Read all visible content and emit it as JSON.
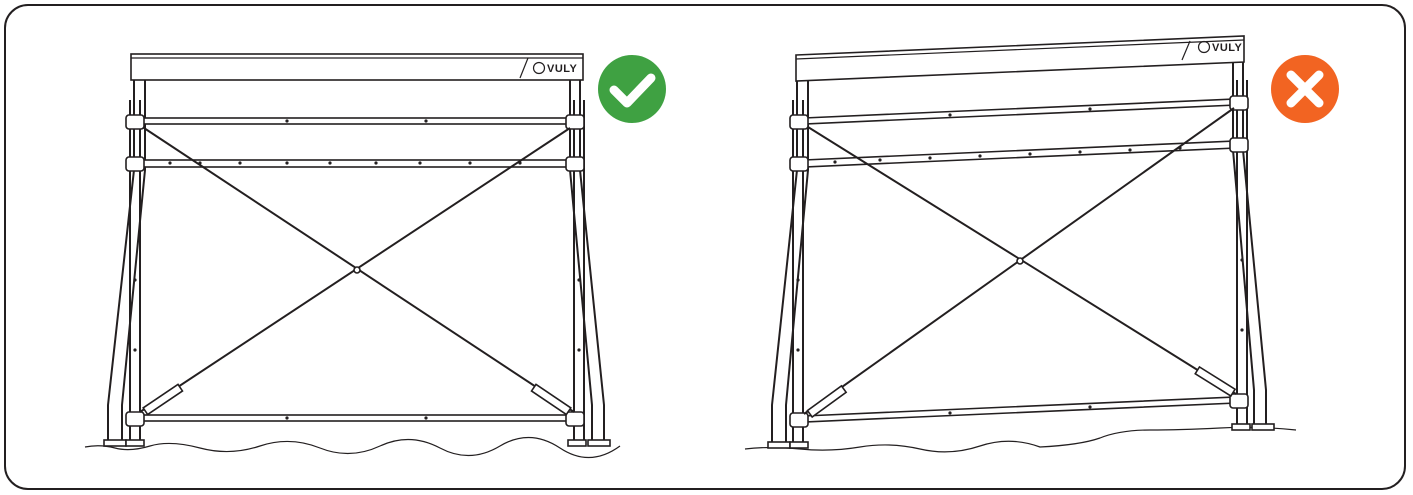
{
  "panels": [
    {
      "id": "correct",
      "brand": "VULY",
      "status": "correct",
      "badge_color": "#3fa142",
      "badge_icon": "check-icon"
    },
    {
      "id": "incorrect",
      "brand": "VULY",
      "status": "incorrect",
      "badge_color": "#f26422",
      "badge_icon": "close-icon"
    }
  ]
}
